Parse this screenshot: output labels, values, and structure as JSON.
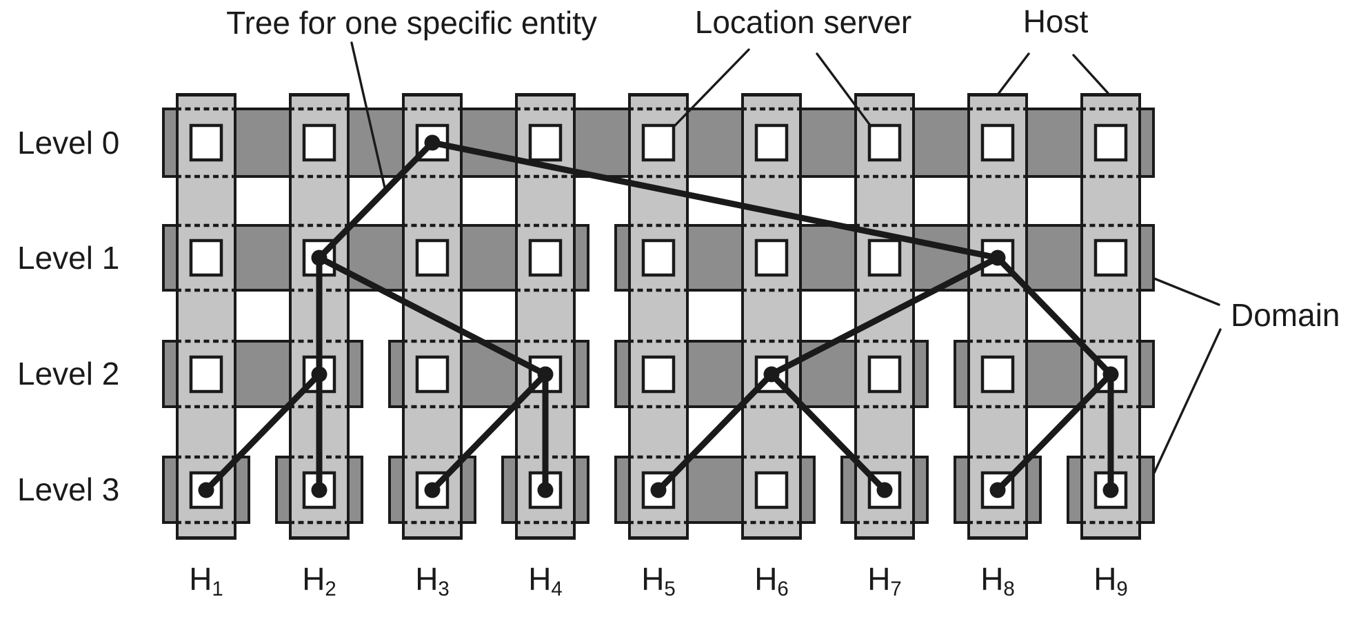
{
  "annotations": {
    "tree": "Tree for one specific entity",
    "location_server": "Location server",
    "host": "Host",
    "domain": "Domain"
  },
  "levels": [
    {
      "label": "Level 0"
    },
    {
      "label": "Level 1"
    },
    {
      "label": "Level 2"
    },
    {
      "label": "Level 3"
    }
  ],
  "hosts": [
    {
      "name": "H",
      "sub": "1"
    },
    {
      "name": "H",
      "sub": "2"
    },
    {
      "name": "H",
      "sub": "3"
    },
    {
      "name": "H",
      "sub": "4"
    },
    {
      "name": "H",
      "sub": "5"
    },
    {
      "name": "H",
      "sub": "6"
    },
    {
      "name": "H",
      "sub": "7"
    },
    {
      "name": "H",
      "sub": "8"
    },
    {
      "name": "H",
      "sub": "9"
    }
  ],
  "structure": {
    "num_levels": 4,
    "num_hosts": 9,
    "domains_by_level": [
      [
        [
          1,
          9
        ]
      ],
      [
        [
          1,
          4
        ],
        [
          5,
          9
        ]
      ],
      [
        [
          1,
          2
        ],
        [
          3,
          4
        ],
        [
          5,
          7
        ],
        [
          8,
          9
        ]
      ],
      [
        [
          1,
          1
        ],
        [
          2,
          2
        ],
        [
          3,
          3
        ],
        [
          4,
          4
        ],
        [
          5,
          6
        ],
        [
          7,
          7
        ],
        [
          8,
          8
        ],
        [
          9,
          9
        ]
      ]
    ],
    "tree_root": [
      3,
      0
    ],
    "tree_nodes": [
      [
        3,
        0
      ],
      [
        2,
        1
      ],
      [
        8,
        1
      ],
      [
        2,
        2
      ],
      [
        4,
        2
      ],
      [
        6,
        2
      ],
      [
        9,
        2
      ],
      [
        1,
        3
      ],
      [
        2,
        3
      ],
      [
        3,
        3
      ],
      [
        4,
        3
      ],
      [
        5,
        3
      ],
      [
        7,
        3
      ],
      [
        8,
        3
      ],
      [
        9,
        3
      ]
    ],
    "tree_edges": [
      [
        [
          3,
          0
        ],
        [
          2,
          1
        ]
      ],
      [
        [
          3,
          0
        ],
        [
          8,
          1
        ]
      ],
      [
        [
          2,
          1
        ],
        [
          2,
          2
        ]
      ],
      [
        [
          2,
          1
        ],
        [
          4,
          2
        ]
      ],
      [
        [
          2,
          2
        ],
        [
          1,
          3
        ]
      ],
      [
        [
          2,
          2
        ],
        [
          2,
          3
        ]
      ],
      [
        [
          4,
          2
        ],
        [
          3,
          3
        ]
      ],
      [
        [
          4,
          2
        ],
        [
          4,
          3
        ]
      ],
      [
        [
          8,
          1
        ],
        [
          6,
          2
        ]
      ],
      [
        [
          8,
          1
        ],
        [
          9,
          2
        ]
      ],
      [
        [
          6,
          2
        ],
        [
          5,
          3
        ]
      ],
      [
        [
          6,
          2
        ],
        [
          7,
          3
        ]
      ],
      [
        [
          9,
          2
        ],
        [
          8,
          3
        ]
      ],
      [
        [
          9,
          2
        ],
        [
          9,
          3
        ]
      ]
    ]
  },
  "colors": {
    "domain_band": "#8d8d8d",
    "host_column": "#c4c4c4",
    "server_box_fill": "#ffffff",
    "ink": "#1a1a1a",
    "background": "#ffffff"
  }
}
